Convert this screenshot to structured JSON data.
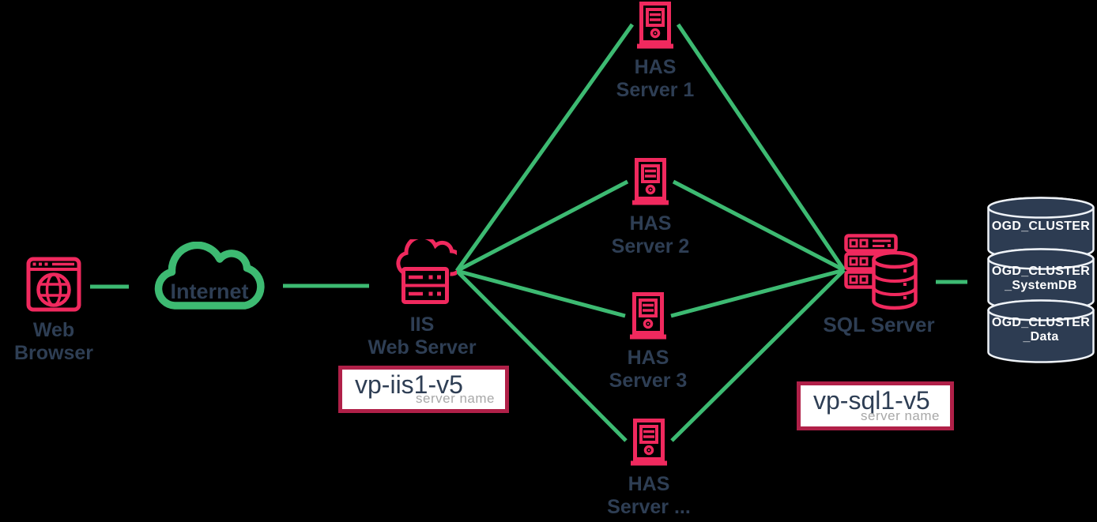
{
  "colors": {
    "icon_pink": "#f0295e",
    "line_green": "#3dba72",
    "label_navy": "#2e3e54",
    "box_border_crimson": "#b02048",
    "db_cylinder_fill": "#2d3c52",
    "db_cylinder_stroke": "#eef2f7",
    "caption_gray": "#a8a8a8",
    "background": "#000000"
  },
  "nodes": {
    "web_browser": {
      "line1": "Web",
      "line2": "Browser"
    },
    "internet": {
      "label": "Internet"
    },
    "iis": {
      "line1": "IIS",
      "line2": "Web Server",
      "server_name": {
        "value": "vp-iis1-v5",
        "caption": "server name"
      }
    },
    "has_servers": [
      {
        "line1": "HAS",
        "line2": "Server 1"
      },
      {
        "line1": "HAS",
        "line2": "Server 2"
      },
      {
        "line1": "HAS",
        "line2": "Server 3"
      },
      {
        "line1": "HAS",
        "line2": "Server ..."
      }
    ],
    "sql": {
      "label": "SQL Server",
      "server_name": {
        "value": "vp-sql1-v5",
        "caption": "server name"
      }
    },
    "databases": [
      {
        "line1": "OGD_CLUSTER",
        "line2": ""
      },
      {
        "line1": "OGD_CLUSTER",
        "line2": "_SystemDB"
      },
      {
        "line1": "OGD_CLUSTER",
        "line2": "_Data"
      }
    ]
  }
}
